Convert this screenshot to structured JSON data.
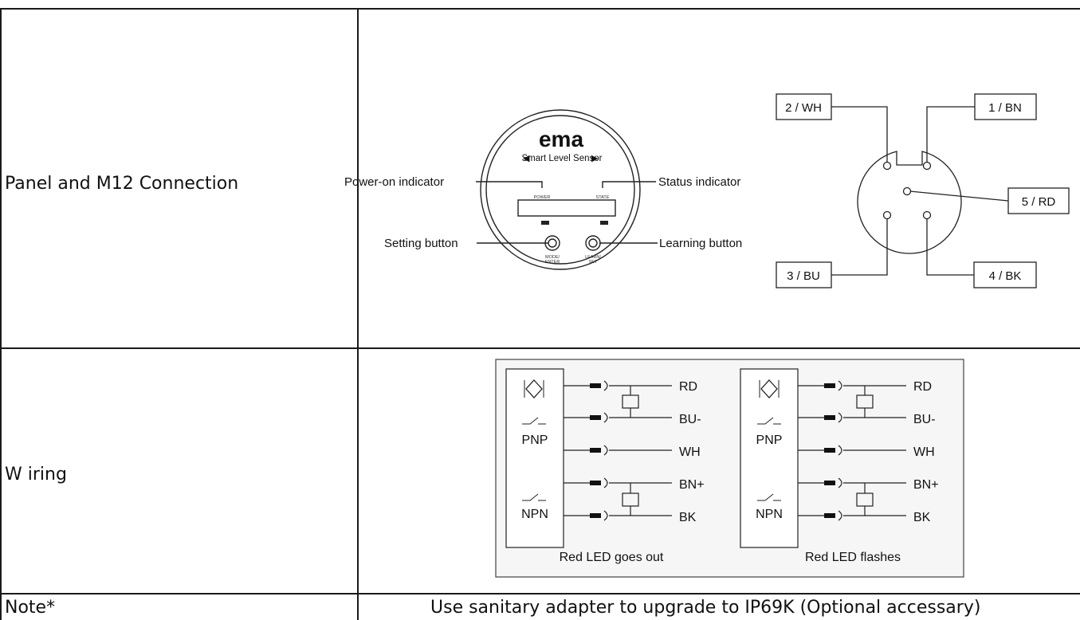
{
  "rows": [
    {
      "label": "Panel and M12 Connection"
    },
    {
      "label": "W iring"
    },
    {
      "label": "Note*",
      "value": "Use sanitary adapter to upgrade to IP69K (Optional accessary)"
    }
  ],
  "panel": {
    "brand": "ema",
    "product": "Smart Level Sensor",
    "power_indicator": "Power-on indicator",
    "status_indicator": "Status indicator",
    "setting_button": "Setting button",
    "learning_button": "Learning button",
    "power_led_label": "POWER",
    "state_led_label": "STATE",
    "mode_label_1": "MODE/",
    "mode_label_2": "ENTER",
    "learn_label_1": "LEARN/",
    "learn_label_2": "SET"
  },
  "m12": {
    "pins": [
      "2 / WH",
      "1 / BN",
      "5 / RD",
      "3 / BU",
      "4 / BK"
    ]
  },
  "wiring": {
    "left": {
      "pnp": "PNP",
      "npn": "NPN",
      "wires": [
        "RD",
        "BU-",
        "WH",
        "BN+",
        "BK"
      ],
      "caption": "Red LED goes out"
    },
    "right": {
      "pnp": "PNP",
      "npn": "NPN",
      "wires": [
        "RD",
        "BU-",
        "WH",
        "BN+",
        "BK"
      ],
      "caption": "Red LED flashes"
    }
  }
}
